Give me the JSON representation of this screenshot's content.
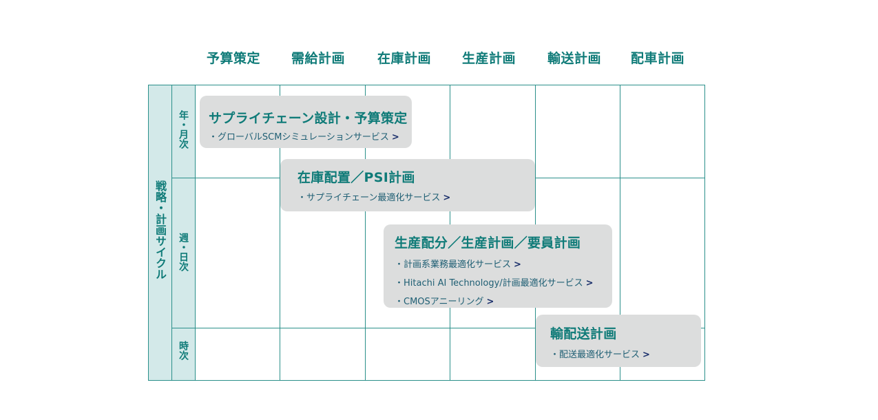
{
  "columns": [
    "予算策定",
    "需給計画",
    "在庫計画",
    "生産計画",
    "輸送計画",
    "配車計画"
  ],
  "cycle_label": "戦略・計画サイクル",
  "rows": [
    "年・月次",
    "週・日次",
    "時次"
  ],
  "boxes": [
    {
      "title": "サプライチェーン設計・予算策定",
      "links": [
        "・グローバルSCMシミュレーションサービス"
      ]
    },
    {
      "title": "在庫配置／PSI計画",
      "links": [
        "・サプライチェーン最適化サービス"
      ]
    },
    {
      "title": "生産配分／生産計画／要員計画",
      "links": [
        "・計画系業務最適化サービス",
        "・Hitachi AI Technology/計画最適化サービス",
        "・CMOSアニーリング"
      ]
    },
    {
      "title": "輸配送計画",
      "links": [
        "・配送最適化サービス"
      ]
    }
  ],
  "link_arrow": ">",
  "colors": {
    "teal": "#0f7b78",
    "band": "#d3e9e9",
    "box": "#dcdddd",
    "grid": "#2a8f8a"
  }
}
